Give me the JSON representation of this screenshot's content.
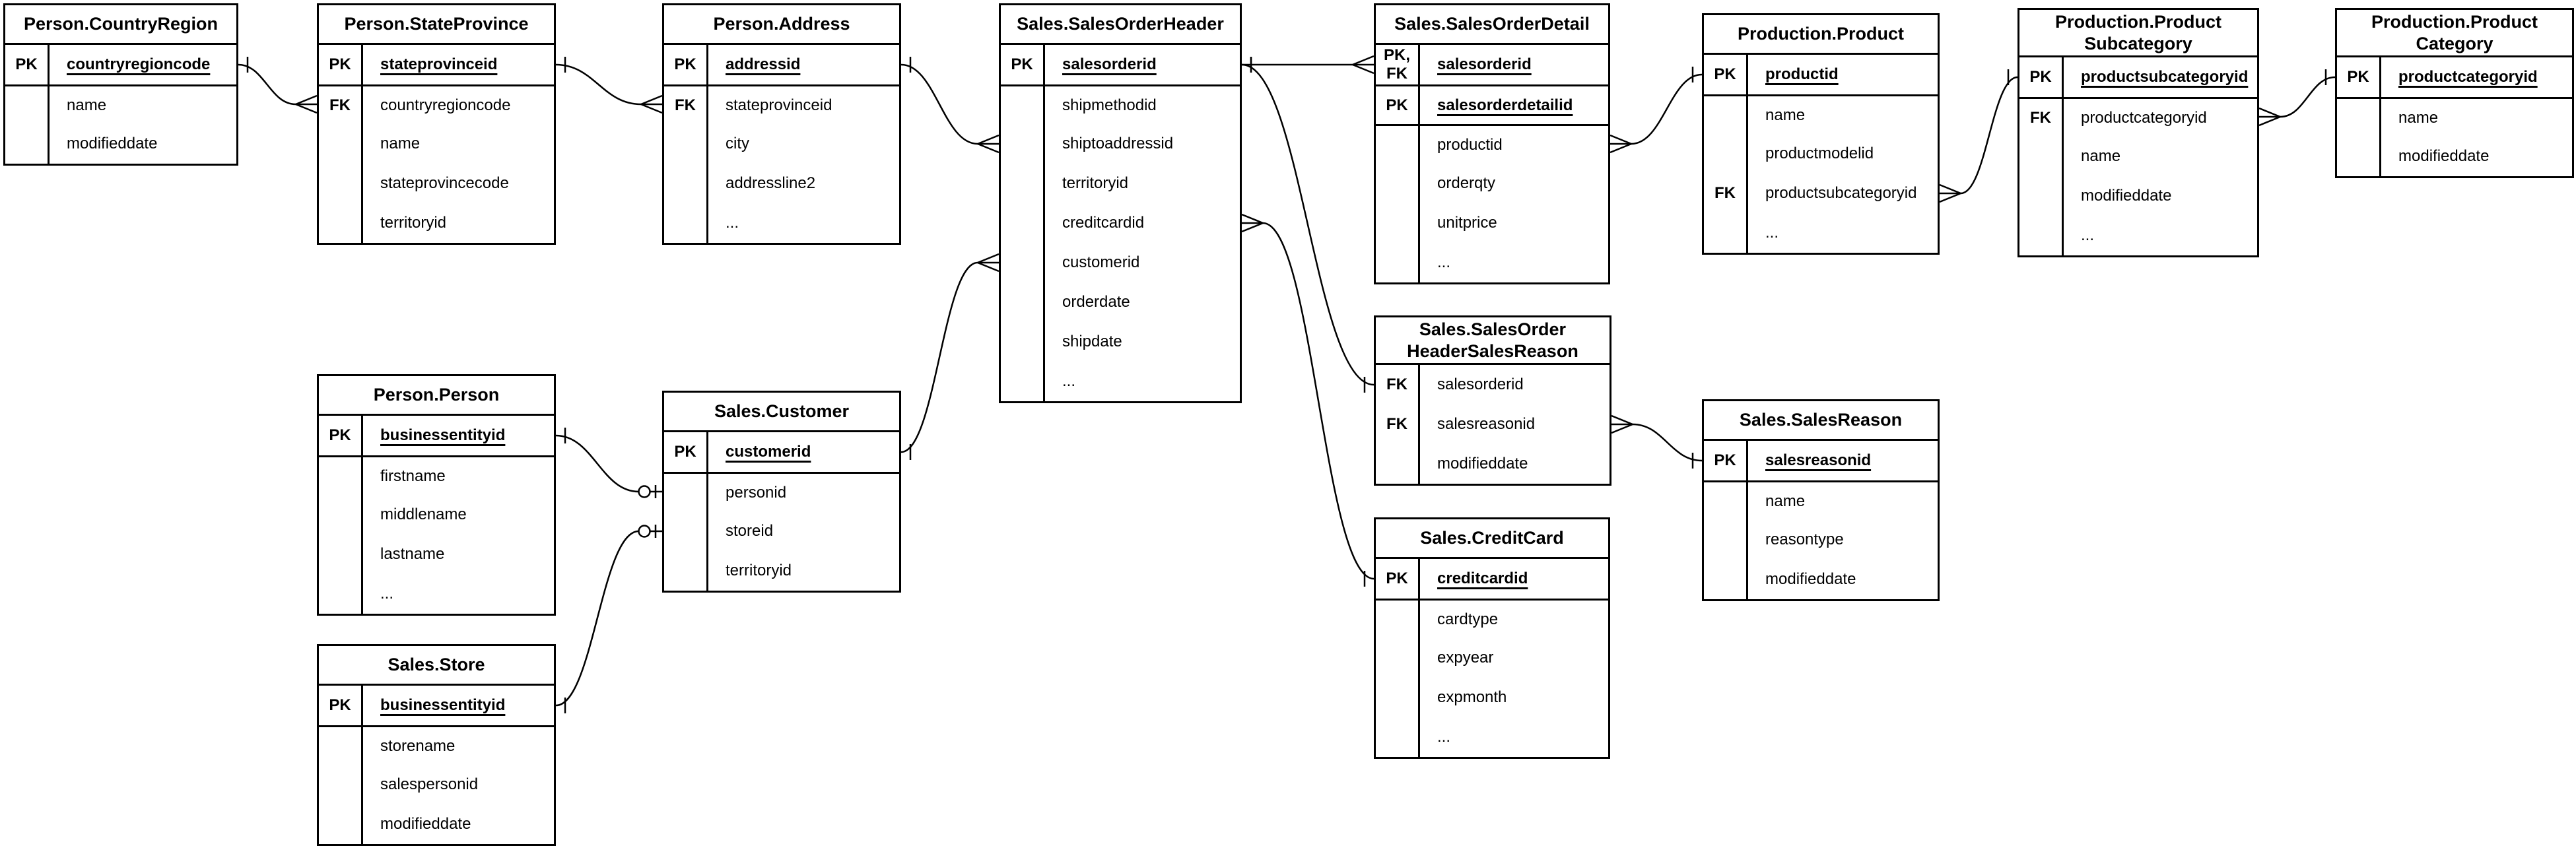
{
  "colors": {
    "background": "#ffffff",
    "line": "#000000",
    "text": "#000000"
  },
  "tables": {
    "countryregion": {
      "title": "Person.CountryRegion",
      "rows": [
        {
          "key": "PK",
          "field": "countryregioncode"
        },
        {
          "field": "name"
        },
        {
          "field": "modifieddate"
        }
      ]
    },
    "stateprovince": {
      "title": "Person.StateProvince",
      "rows": [
        {
          "key": "PK",
          "field": "stateprovinceid"
        },
        {
          "key": "FK",
          "field": "countryregioncode"
        },
        {
          "field": "name"
        },
        {
          "field": "stateprovincecode"
        },
        {
          "field": "territoryid"
        }
      ]
    },
    "address": {
      "title": "Person.Address",
      "rows": [
        {
          "key": "PK",
          "field": "addressid"
        },
        {
          "key": "FK",
          "field": "stateprovinceid"
        },
        {
          "field": "city"
        },
        {
          "field": "addressline2"
        },
        {
          "field": "..."
        }
      ]
    },
    "salesorderheader": {
      "title": "Sales.SalesOrderHeader",
      "rows": [
        {
          "key": "PK",
          "field": "salesorderid"
        },
        {
          "field": "shipmethodid"
        },
        {
          "field": "shiptoaddressid"
        },
        {
          "field": "territoryid"
        },
        {
          "field": "creditcardid"
        },
        {
          "field": "customerid"
        },
        {
          "field": "orderdate"
        },
        {
          "field": "shipdate"
        },
        {
          "field": "..."
        }
      ]
    },
    "salesorderdetail": {
      "title": "Sales.SalesOrderDetail",
      "rows": [
        {
          "key": "PK,\nFK",
          "field": "salesorderid"
        },
        {
          "key": "PK",
          "field": "salesorderdetailid"
        },
        {
          "field": "productid"
        },
        {
          "field": "orderqty"
        },
        {
          "field": "unitprice"
        },
        {
          "field": "..."
        }
      ]
    },
    "product": {
      "title": "Production.Product",
      "rows": [
        {
          "key": "PK",
          "field": "productid"
        },
        {
          "field": "name"
        },
        {
          "field": "productmodelid"
        },
        {
          "key": "FK",
          "field": "productsubcategoryid"
        },
        {
          "field": "..."
        }
      ]
    },
    "productsubcategory": {
      "title": "Production.Product\nSubcategory",
      "rows": [
        {
          "key": "PK",
          "field": "productsubcategoryid"
        },
        {
          "key": "FK",
          "field": "productcategoryid"
        },
        {
          "field": "name"
        },
        {
          "field": "modifieddate"
        },
        {
          "field": "..."
        }
      ]
    },
    "productcategory": {
      "title": "Production.Product\nCategory",
      "rows": [
        {
          "key": "PK",
          "field": "productcategoryid"
        },
        {
          "field": "name"
        },
        {
          "field": "modifieddate"
        }
      ]
    },
    "person": {
      "title": "Person.Person",
      "rows": [
        {
          "key": "PK",
          "field": "businessentityid"
        },
        {
          "field": "firstname"
        },
        {
          "field": "middlename"
        },
        {
          "field": "lastname"
        },
        {
          "field": "..."
        }
      ]
    },
    "customer": {
      "title": "Sales.Customer",
      "rows": [
        {
          "key": "PK",
          "field": "customerid"
        },
        {
          "field": "personid"
        },
        {
          "field": "storeid"
        },
        {
          "field": "territoryid"
        }
      ]
    },
    "sohsr": {
      "title": "Sales.SalesOrder\nHeaderSalesReason",
      "rows": [
        {
          "key": "FK",
          "field": "salesorderid"
        },
        {
          "key": "FK",
          "field": "salesreasonid"
        },
        {
          "field": "modifieddate"
        }
      ]
    },
    "salesreason": {
      "title": "Sales.SalesReason",
      "rows": [
        {
          "key": "PK",
          "field": "salesreasonid"
        },
        {
          "field": "name"
        },
        {
          "field": "reasontype"
        },
        {
          "field": "modifieddate"
        }
      ]
    },
    "store": {
      "title": "Sales.Store",
      "rows": [
        {
          "key": "PK",
          "field": "businessentityid"
        },
        {
          "field": "storename"
        },
        {
          "field": "salespersonid"
        },
        {
          "field": "modifieddate"
        }
      ]
    },
    "creditcard": {
      "title": "Sales.CreditCard",
      "rows": [
        {
          "key": "PK",
          "field": "creditcardid"
        },
        {
          "field": "cardtype"
        },
        {
          "field": "expyear"
        },
        {
          "field": "expmonth"
        },
        {
          "field": "..."
        }
      ]
    }
  },
  "relationships": [
    {
      "from": {
        "table": "countryregion",
        "field": "countryregioncode",
        "cardinality": "one"
      },
      "to": {
        "table": "stateprovince",
        "field": "countryregioncode",
        "cardinality": "many"
      }
    },
    {
      "from": {
        "table": "stateprovince",
        "field": "stateprovinceid",
        "cardinality": "one"
      },
      "to": {
        "table": "address",
        "field": "stateprovinceid",
        "cardinality": "many"
      }
    },
    {
      "from": {
        "table": "address",
        "field": "addressid",
        "cardinality": "one"
      },
      "to": {
        "table": "salesorderheader",
        "field": "shiptoaddressid",
        "cardinality": "many"
      }
    },
    {
      "from": {
        "table": "person",
        "field": "businessentityid",
        "cardinality": "one"
      },
      "to": {
        "table": "customer",
        "field": "personid",
        "cardinality": "zero-one"
      }
    },
    {
      "from": {
        "table": "store",
        "field": "businessentityid",
        "cardinality": "one"
      },
      "to": {
        "table": "customer",
        "field": "storeid",
        "cardinality": "zero-one"
      }
    },
    {
      "from": {
        "table": "customer",
        "field": "customerid",
        "cardinality": "one"
      },
      "to": {
        "table": "salesorderheader",
        "field": "customerid",
        "cardinality": "many"
      }
    },
    {
      "from": {
        "table": "salesorderheader",
        "field": "salesorderid",
        "cardinality": "one"
      },
      "to": {
        "table": "salesorderdetail",
        "field": "salesorderid",
        "cardinality": "many"
      }
    },
    {
      "from": {
        "table": "salesorderheader",
        "field": "salesorderid",
        "cardinality": "one"
      },
      "to": {
        "table": "sohsr",
        "field": "salesorderid",
        "cardinality": "one"
      }
    },
    {
      "from": {
        "table": "salesorderheader",
        "field": "creditcardid",
        "cardinality": "many"
      },
      "to": {
        "table": "creditcard",
        "field": "creditcardid",
        "cardinality": "one"
      }
    },
    {
      "from": {
        "table": "salesorderdetail",
        "field": "productid",
        "cardinality": "many"
      },
      "to": {
        "table": "product",
        "field": "productid",
        "cardinality": "one"
      }
    },
    {
      "from": {
        "table": "product",
        "field": "productsubcategoryid",
        "cardinality": "many"
      },
      "to": {
        "table": "productsubcategory",
        "field": "productsubcategoryid",
        "cardinality": "one"
      }
    },
    {
      "from": {
        "table": "productsubcategory",
        "field": "productcategoryid",
        "cardinality": "many"
      },
      "to": {
        "table": "productcategory",
        "field": "productcategoryid",
        "cardinality": "one"
      }
    },
    {
      "from": {
        "table": "sohsr",
        "field": "salesreasonid",
        "cardinality": "many"
      },
      "to": {
        "table": "salesreason",
        "field": "salesreasonid",
        "cardinality": "one"
      }
    }
  ]
}
